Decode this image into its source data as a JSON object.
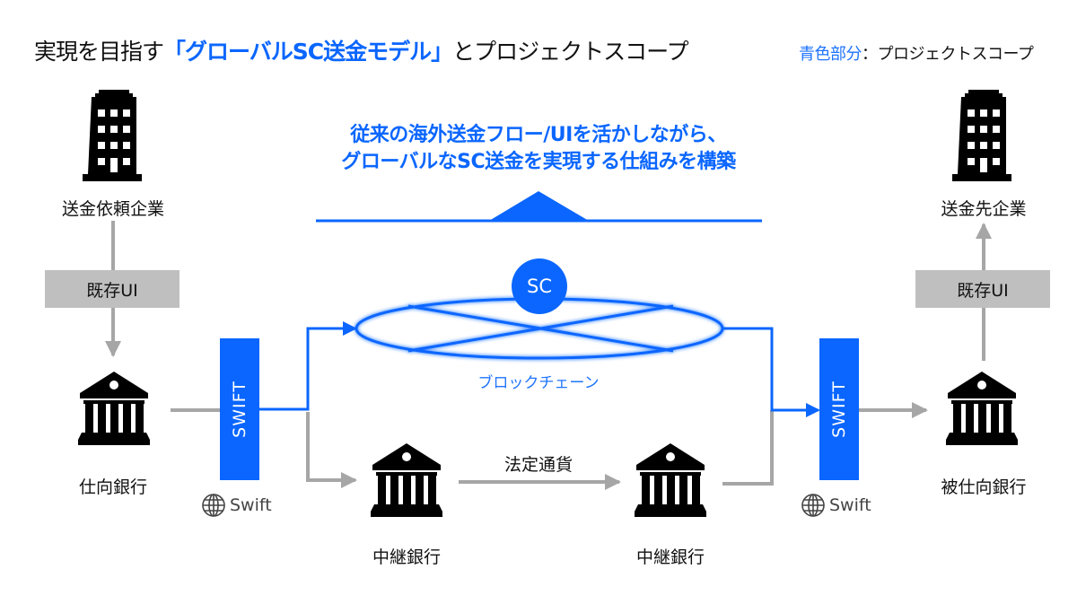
{
  "title": {
    "prefix": "実現を目指す",
    "highlight": "「グローバルSC送金モデル」",
    "suffix": "とプロジェクトスコープ"
  },
  "legend": {
    "blue_part": "青色部分",
    "separator": "：",
    "meaning": "プロジェクトスコープ"
  },
  "headline": {
    "line1": "従来の海外送金フロー/UIを活かしながら、",
    "line2": "グローバルなSC送金を実現する仕組みを構築"
  },
  "nodes": {
    "sender_company": "送金依頼企業",
    "receiver_company": "送金先企業",
    "existing_ui_left": "既存UI",
    "existing_ui_right": "既存UI",
    "sending_bank": "仕向銀行",
    "receiving_bank": "被仕向銀行",
    "intermediary_bank_1": "中継銀行",
    "intermediary_bank_2": "中継銀行",
    "fiat_currency": "法定通貨",
    "blockchain": "ブロックチェーン",
    "sc": "SC",
    "swift_bar_left": "SWIFT",
    "swift_bar_right": "SWIFT",
    "swift_logo_left": "Swift",
    "swift_logo_right": "Swift"
  },
  "colors": {
    "accent_blue": "#0a66ff",
    "legacy_gray": "#a6a6a6",
    "ui_box_gray": "#bfbfbf",
    "icon_black": "#000000"
  }
}
